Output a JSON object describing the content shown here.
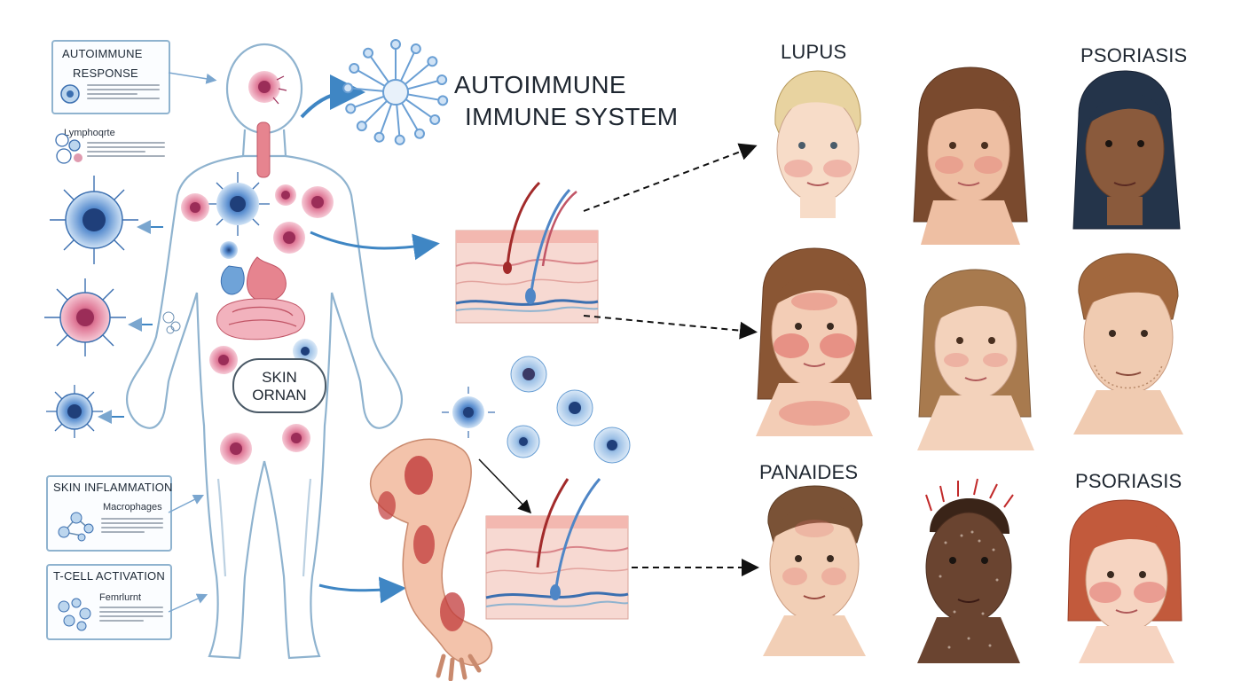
{
  "boxes": {
    "autoimmune_response": {
      "title": "AUTOIMMUNE",
      "subtitle": "RESPONSE"
    },
    "lymphocyte": {
      "label": "Lymphoqrte"
    },
    "skin_inflammation": {
      "title": "SKIN INFLAMMATION",
      "subtitle": "Macrophages"
    },
    "t_cell_activation": {
      "title": "T-CELL ACTIVATION",
      "subtitle": "Femrlurnt"
    }
  },
  "headline": {
    "line1": "AUTOIMMUNE",
    "line2": "IMMUNE SYSTEM"
  },
  "body_callout": {
    "line1": "SKIN",
    "line2": "ORNAN"
  },
  "face_labels": {
    "top_left": "LUPUS",
    "top_right": "PSORIASIS",
    "bottom_left": "PANAIDES",
    "bottom_right": "PSORIASIS"
  },
  "colors": {
    "outline_blue": "#8fb3cf",
    "arrow_blue": "#3f86c4",
    "cell_pink": "#c9567a",
    "cell_blue": "#3b6fb0",
    "rash_red": "#d9534f",
    "skin_tone": "#f5d5c0"
  }
}
